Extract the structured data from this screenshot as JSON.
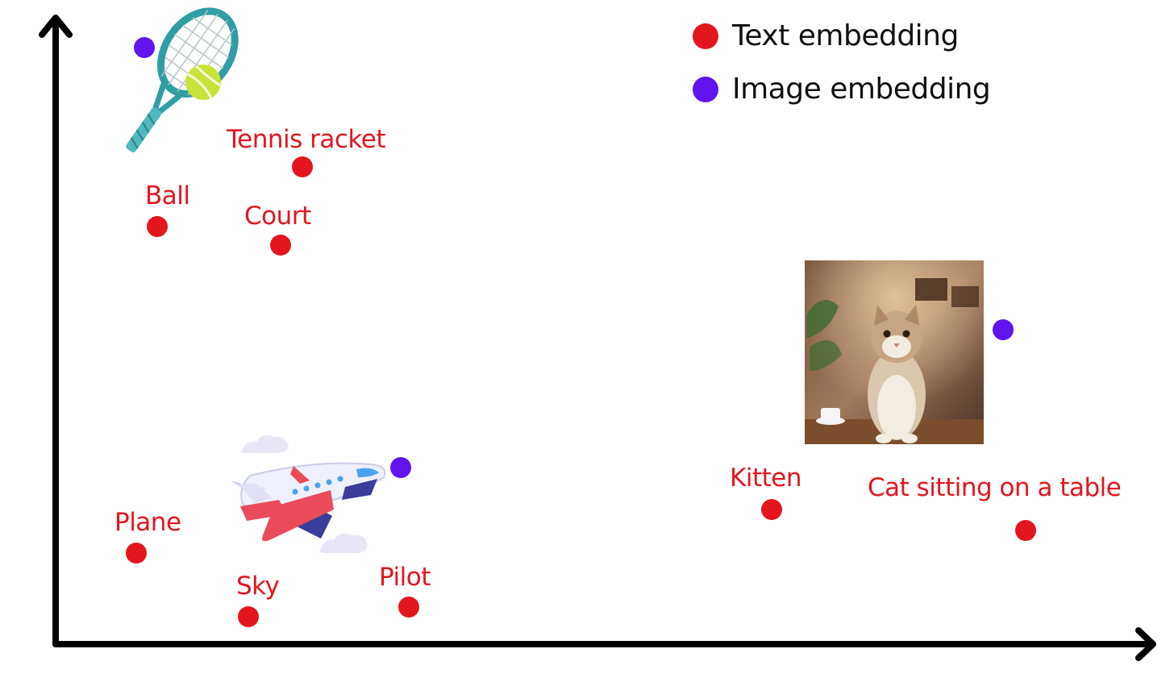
{
  "colors": {
    "text_embedding": "#e3161d",
    "image_embedding": "#6014ee",
    "axes": "#000000"
  },
  "legend": [
    {
      "label": "Text embedding",
      "color_key": "text_embedding"
    },
    {
      "label": "Image embedding",
      "color_key": "image_embedding"
    }
  ],
  "text_points": [
    {
      "label": "Tennis racket"
    },
    {
      "label": "Ball"
    },
    {
      "label": "Court"
    },
    {
      "label": "Plane"
    },
    {
      "label": "Sky"
    },
    {
      "label": "Pilot"
    },
    {
      "label": "Kitten"
    },
    {
      "label": "Cat sitting on a table"
    }
  ],
  "image_points": [
    {
      "image": "tennis-racket-icon"
    },
    {
      "image": "airplane-icon"
    },
    {
      "image": "cat-photo"
    }
  ]
}
